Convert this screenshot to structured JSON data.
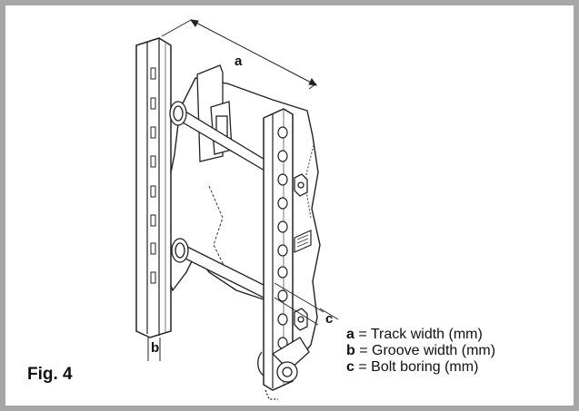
{
  "figure": {
    "label": "Fig. 4"
  },
  "dimensions": {
    "a": "a",
    "b": "b",
    "c": "c"
  },
  "legend": [
    {
      "key": "a",
      "text": "= Track width (mm)"
    },
    {
      "key": "b",
      "text": "= Groove width (mm)"
    },
    {
      "key": "c",
      "text": "= Bolt boring (mm)"
    }
  ]
}
